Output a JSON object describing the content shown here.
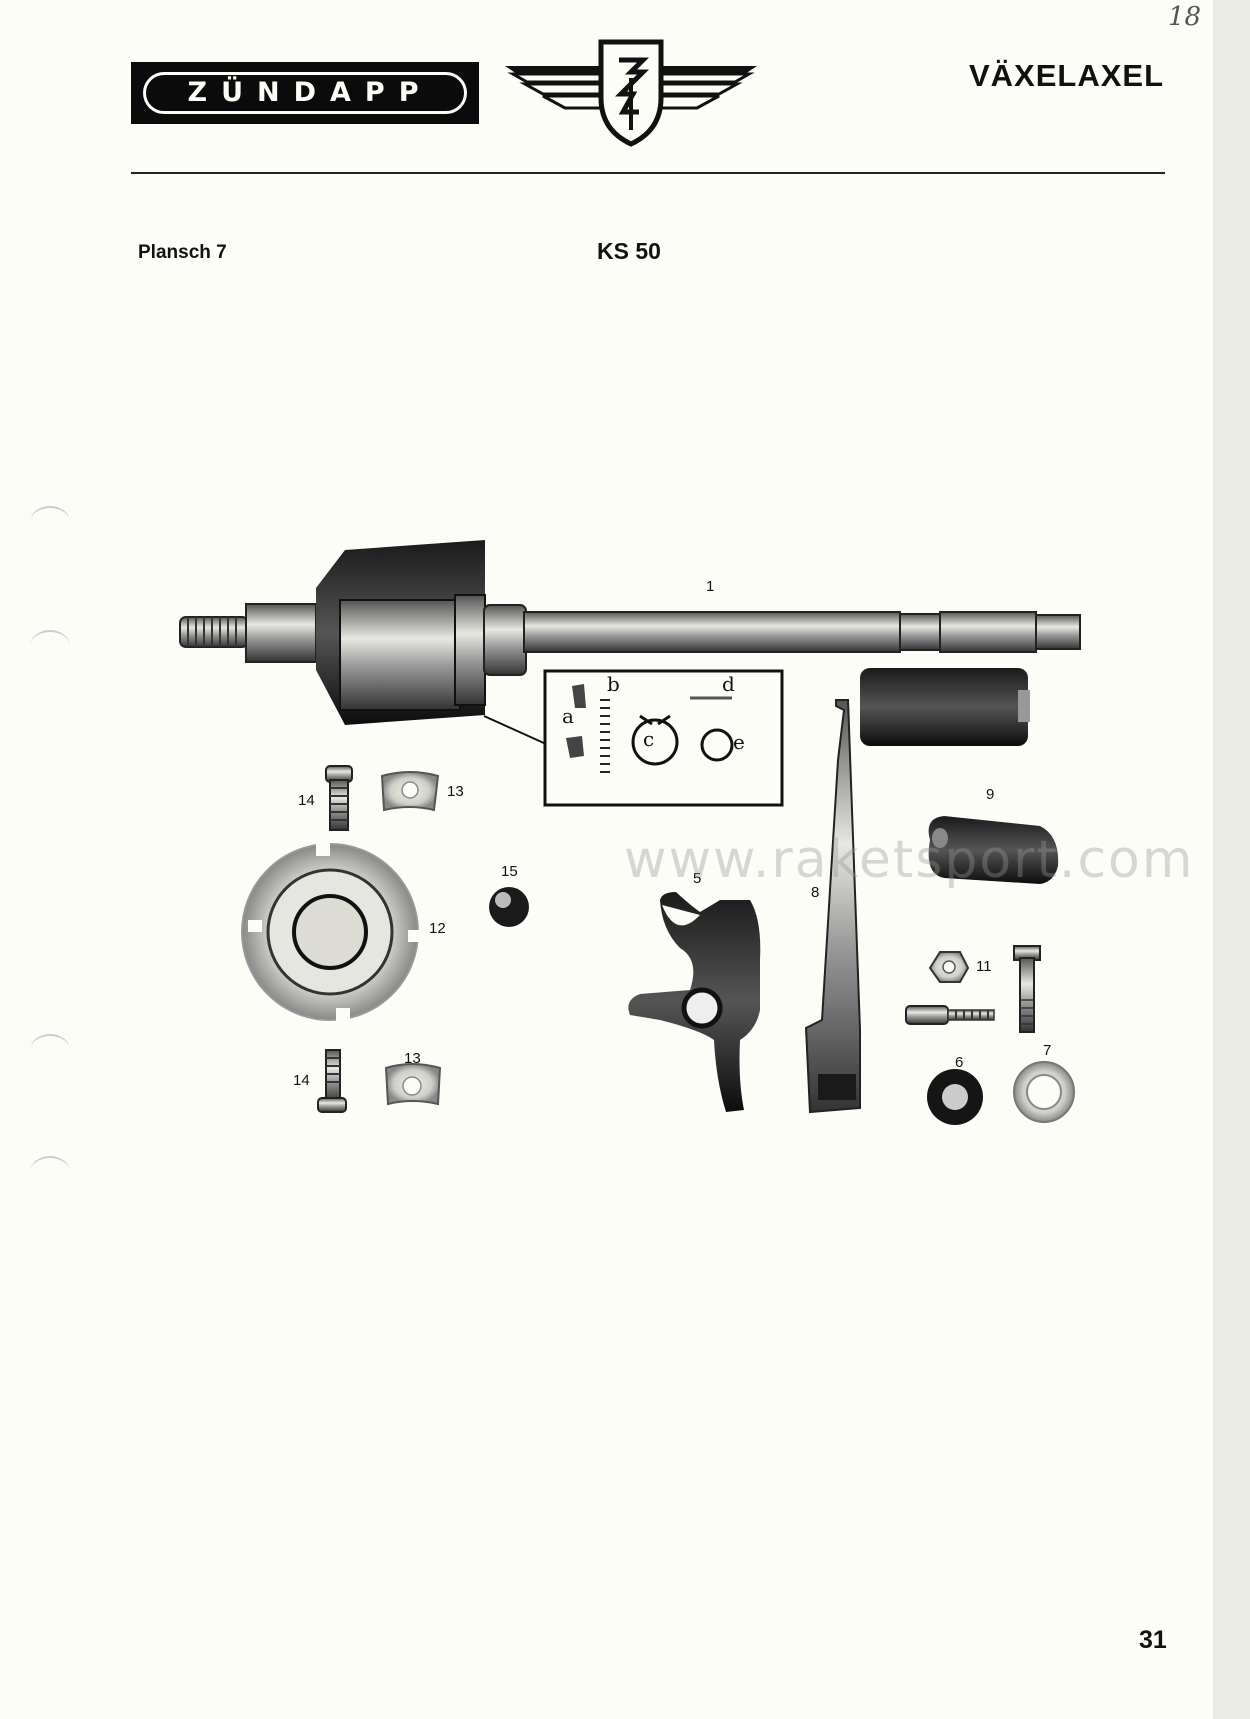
{
  "header": {
    "brand": "ZÜNDAPP",
    "title": "VÄXELAXEL",
    "handwritten_note": "18"
  },
  "subheader": {
    "plate": "Plansch 7",
    "model": "KS 50"
  },
  "callouts": {
    "c1": "1",
    "c5": "5",
    "c6": "6",
    "c7": "7",
    "c8": "8",
    "c9": "9",
    "c11": "11",
    "c12": "12",
    "c13a": "13",
    "c13b": "13",
    "c14a": "14",
    "c14b": "14",
    "c15": "15",
    "ia": "a",
    "ib": "b",
    "ic": "c",
    "id": "d",
    "ie": "e"
  },
  "watermark": "www.raketsport.com",
  "footer": {
    "page_number": "31"
  }
}
